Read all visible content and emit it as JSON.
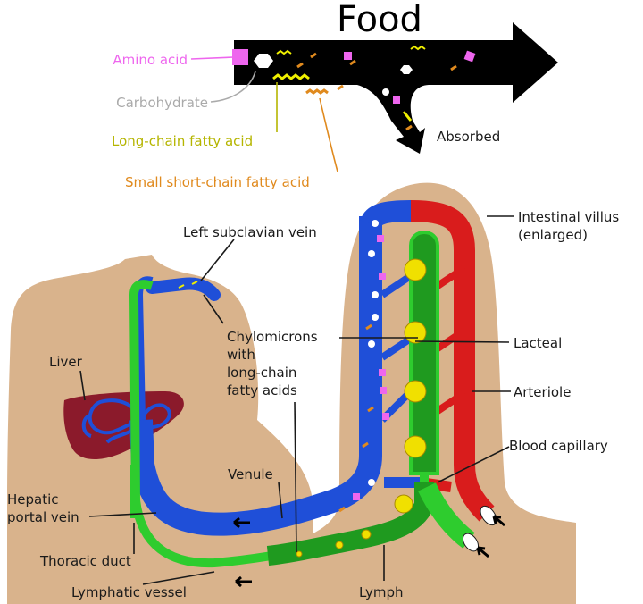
{
  "title": "Food",
  "food_legend": {
    "amino_acid": "Amino acid",
    "carbohydrate": "Carbohydrate",
    "long_chain": "Long-chain fatty acid",
    "short_chain": "Small short-chain fatty acid",
    "absorbed": "Absorbed"
  },
  "labels": {
    "left_subclavian_vein": "Left subclavian vein",
    "intestinal_villus_1": "Intestinal villus",
    "intestinal_villus_2": "(enlarged)",
    "chylomicrons_1": "Chylomicrons",
    "chylomicrons_2": "with",
    "chylomicrons_3": "long-chain",
    "chylomicrons_4": "fatty acids",
    "lacteal": "Lacteal",
    "liver": "Liver",
    "arteriole": "Arteriole",
    "blood_capillary": "Blood capillary",
    "venule": "Venule",
    "hepatic_portal_1": "Hepatic",
    "hepatic_portal_2": "portal vein",
    "thoracic_duct": "Thoracic duct",
    "lymphatic_vessel": "Lymphatic vessel",
    "lymph": "Lymph"
  },
  "colors": {
    "amino_acid": "#ee66ee",
    "carbohydrate": "#aaaaaa",
    "long_chain": "#b5b500",
    "short_chain": "#e08a1e",
    "skin": "#d9b38c",
    "blood_vein": "#1f4fd8",
    "blood_artery": "#d91c1c",
    "lymph": "#2ecc2e",
    "liver": "#8b1a2b"
  },
  "icons": [
    "arrow-left-icon",
    "arrow-up-left-icon"
  ]
}
